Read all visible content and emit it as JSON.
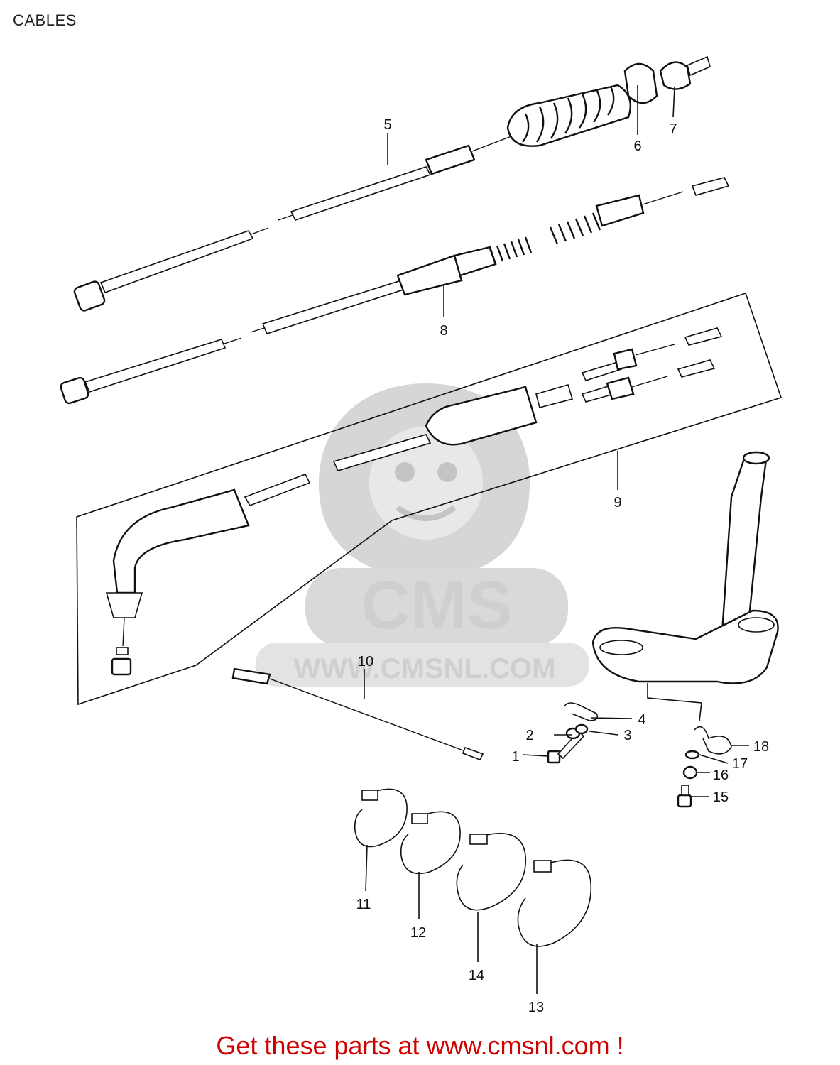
{
  "page": {
    "title": "CABLES"
  },
  "watermark": {
    "logo_text": "CMS",
    "url_text": "WWW.CMSNL.COM"
  },
  "footer": {
    "link_text": "Get these parts at www.cmsnl.com !"
  },
  "callouts": [
    "1",
    "2",
    "3",
    "4",
    "5",
    "6",
    "7",
    "8",
    "9",
    "10",
    "11",
    "12",
    "13",
    "14",
    "15",
    "16",
    "17",
    "18"
  ],
  "colors": {
    "footer": "#d00000",
    "line_art": "#111111",
    "watermark": "#cfcfcf"
  }
}
